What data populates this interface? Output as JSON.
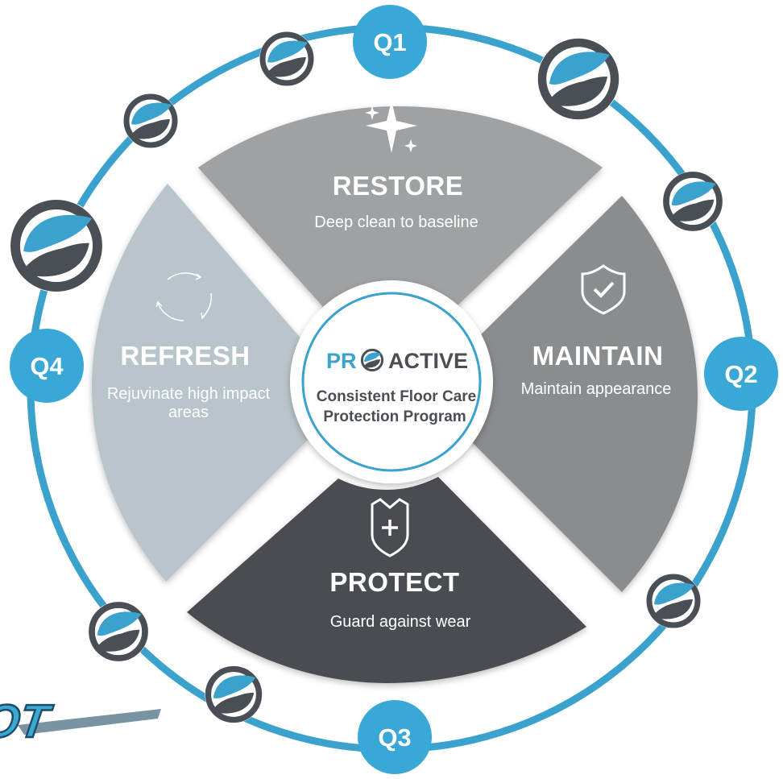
{
  "colors": {
    "ring": "#3aa2cc",
    "badge": "#3aa8d6",
    "restore": "#9ea2a4",
    "maintain": "#898d90",
    "protect": "#4a4d51",
    "refresh": "#b9c5ca",
    "brand_blue": "#3aa2cc",
    "brand_gray": "#4a4f55"
  },
  "segments": {
    "restore": {
      "title": "RESTORE",
      "subtitle": "Deep clean to baseline",
      "icon": "sparkle-icon"
    },
    "maintain": {
      "title": "MAINTAIN",
      "subtitle": "Maintain appearance",
      "icon": "shield-check-icon"
    },
    "protect": {
      "title": "PROTECT",
      "subtitle": "Guard against wear",
      "icon": "shield-plus-icon"
    },
    "refresh": {
      "title": "REFRESH",
      "subtitle_line1": "Rejuvinate high impact",
      "subtitle_line2": "areas",
      "icon": "refresh-cycle-icon"
    }
  },
  "quarters": {
    "q1": "Q1",
    "q2": "Q2",
    "q3": "Q3",
    "q4": "Q4"
  },
  "center": {
    "brand_left": "PR",
    "brand_right": "ACTIVE",
    "line1": "Consistent Floor Care",
    "line2": "Protection Program"
  },
  "logo": {
    "text": "SPOT"
  },
  "ring_icon": "leaf-swirl-icon"
}
